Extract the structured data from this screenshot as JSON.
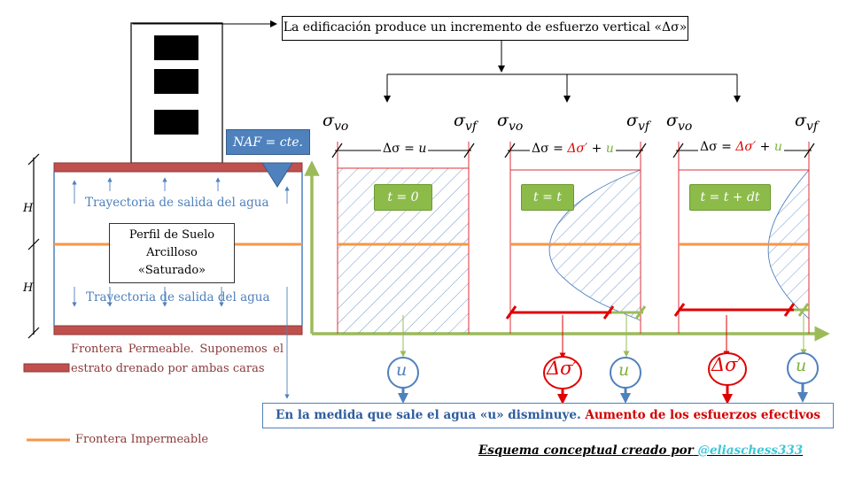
{
  "title": "La edificación produce un incremento de esfuerzo vertical «Δσ»",
  "naf_label": "NAF = cte.",
  "soil_profile": {
    "line1": "Perfil de Suelo",
    "line2": "Arcilloso",
    "line3": "«Saturado»"
  },
  "trajectory_top": "Trayectoria de salida del agua",
  "trajectory_bottom": "Trayectoria de salida del agua",
  "height_label": "H",
  "legend": {
    "permeable_text": "Frontera Permeable. Suponemos el estrato drenado por ambas caras",
    "impermeable_text": "Frontera Impermeable",
    "permeable_color": "#c0504d",
    "impermeable_color": "#f79646"
  },
  "stages": [
    {
      "time_label": "t = 0",
      "sigma_start": "σ",
      "sigma_start_sub": "vo",
      "sigma_end": "σ",
      "sigma_end_sub": "vf",
      "delta_prefix": "Δσ =",
      "delta_effective": "",
      "delta_plus": "",
      "delta_pore": "u",
      "outputs": [
        "u"
      ]
    },
    {
      "time_label": "t = t",
      "sigma_start": "σ",
      "sigma_start_sub": "vo",
      "sigma_end": "σ",
      "sigma_end_sub": "vf",
      "delta_prefix": "Δσ =",
      "delta_effective": "Δσ′",
      "delta_plus": "+",
      "delta_pore": "u",
      "outputs": [
        "Δσ′",
        "u"
      ]
    },
    {
      "time_label": "t = t + dt",
      "sigma_start": "σ",
      "sigma_start_sub": "vo",
      "sigma_end": "σ",
      "sigma_end_sub": "vf",
      "delta_prefix": "Δσ =",
      "delta_effective": "Δσ′",
      "delta_plus": "+",
      "delta_pore": "u",
      "outputs": [
        "Δσ′",
        "u"
      ]
    }
  ],
  "bottom_message": {
    "part1": "En la medida que sale el agua «u» disminuye.",
    "part2": "Aumento de los esfuerzos efectivos"
  },
  "credit": {
    "text": "Esquema  conceptual creado por",
    "handle": "@eliaschess333"
  },
  "colors": {
    "accent_blue": "#4f81bd",
    "green_axis": "#9bbb59",
    "effective_red": "#e00000",
    "stage_line_red": "#e0303a",
    "impermeable_orange": "#f79646",
    "naf_blue": "#4f81bd",
    "time_badge_green": "#8cbb4a"
  },
  "icons": [
    "building-icon",
    "water-table-triangle-icon",
    "arrow-icons"
  ]
}
